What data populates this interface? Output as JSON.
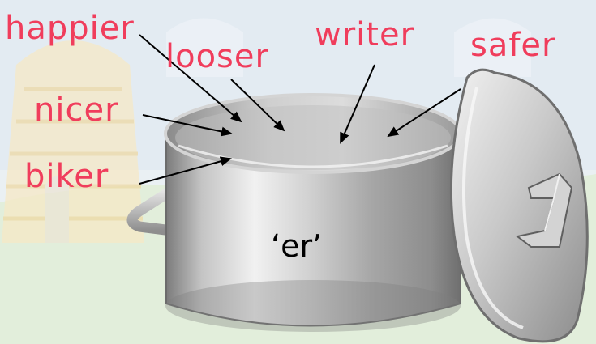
{
  "colors": {
    "word_color": "#f03d5c",
    "label_color": "#000000",
    "sky": "#dde8f0",
    "grass": "#dcebd2",
    "hive": "#f6e8c2"
  },
  "words": {
    "happier": "happier",
    "looser": "looser",
    "writer": "writer",
    "safer": "safer",
    "nicer": "nicer",
    "biker": "biker"
  },
  "pot": {
    "label": "‘er’"
  }
}
